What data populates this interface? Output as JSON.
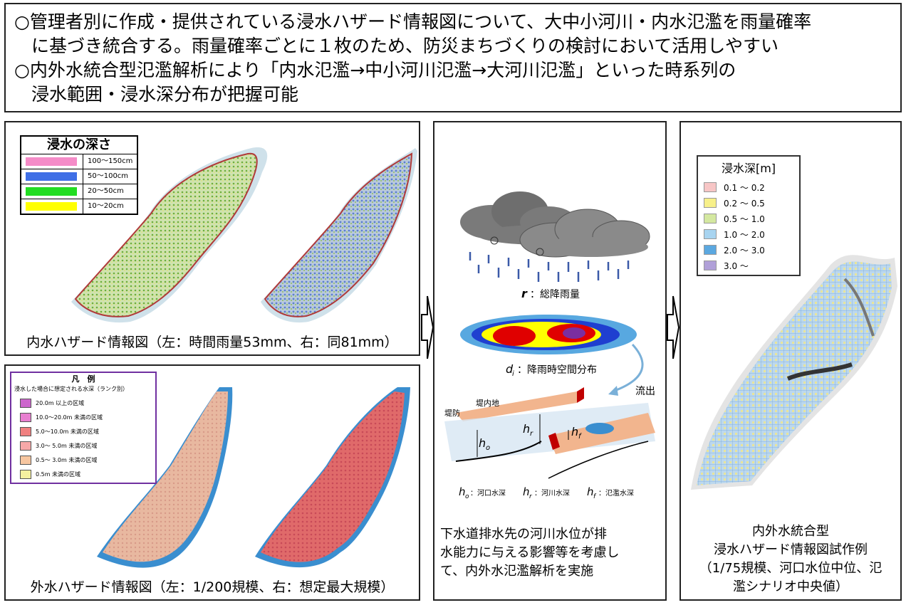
{
  "header": {
    "line1": "○管理者別に作成・提供されている浸水ハザード情報図について、大中小河川・内水氾濫を雨量確率",
    "line2": "に基づき統合する。雨量確率ごとに１枚のため、防災まちづくりの検討において活用しやすい",
    "line3": "○内外水統合型氾濫解析により「内水氾濫→中小河川氾濫→大河川氾濫」といった時系列の",
    "line4": "浸水範囲・浸水深分布が把握可能"
  },
  "panel_a": {
    "legend_title": "浸水の深さ",
    "legend": [
      {
        "label": "100〜150cm",
        "color": "#f58cc8"
      },
      {
        "label": "50〜100cm",
        "color": "#3f6fe6"
      },
      {
        "label": "20〜50cm",
        "color": "#22dd22"
      },
      {
        "label": "10〜20cm",
        "color": "#ffff00"
      }
    ],
    "caption": "内水ハザード情報図（左：時間雨量53mm、右：同81mm）"
  },
  "panel_b": {
    "legend_title": "凡　例",
    "legend_subtitle": "浸水した場合に想定される水深（ランク別）",
    "legend": [
      {
        "label": "20.0m 以上の区域",
        "color": "#cc66cc"
      },
      {
        "label": "10.0〜20.0m 未満の区域",
        "color": "#e87fd0"
      },
      {
        "label": "5.0〜10.0m 未満の区域",
        "color": "#f08080"
      },
      {
        "label": "3.0〜 5.0m 未満の区域",
        "color": "#f7a8a8"
      },
      {
        "label": "0.5〜 3.0m 未満の区域",
        "color": "#f7c6a0"
      },
      {
        "label": "0.5m 未満の区域",
        "color": "#f5f0a0"
      }
    ],
    "caption": "外水ハザード情報図（左：1/200規模、右：想定最大規模）"
  },
  "panel_c": {
    "rain_label_var": "r",
    "rain_label": "：総降雨量",
    "dist_label_var": "d",
    "dist_label_sub": "i",
    "dist_label": "：降雨時空間分布",
    "outflow": "流出",
    "inland": "堤内地",
    "levee": "堤防",
    "h_o": "h",
    "h_o_sub": "o",
    "h_r": "h",
    "h_r_sub": "r",
    "h_f": "h",
    "h_f_sub": "f",
    "legend_o": "：河口水深",
    "legend_r": "：河川水深",
    "legend_f": "：氾濫水深",
    "caption_lines": [
      "下水道排水先の河川水位が排",
      "水能力に与える影響等を考慮し",
      "て、内外水氾濫解析を実施"
    ]
  },
  "panel_d": {
    "legend_title": "浸水深[m]",
    "legend": [
      {
        "label": "0.1 〜 0.2",
        "color": "#f7c6c6"
      },
      {
        "label": "0.2 〜 0.5",
        "color": "#f7f08a"
      },
      {
        "label": "0.5 〜 1.0",
        "color": "#d4e8a0"
      },
      {
        "label": "1.0 〜 2.0",
        "color": "#a8d4f0"
      },
      {
        "label": "2.0 〜 3.0",
        "color": "#5ba8e0"
      },
      {
        "label": "3.0 〜",
        "color": "#b0a0d8"
      }
    ],
    "caption_lines": [
      "内外水統合型",
      "浸水ハザード情報図試作例",
      "（1/75規模、河口水位中位、氾",
      "濫シナリオ中央値）"
    ]
  }
}
